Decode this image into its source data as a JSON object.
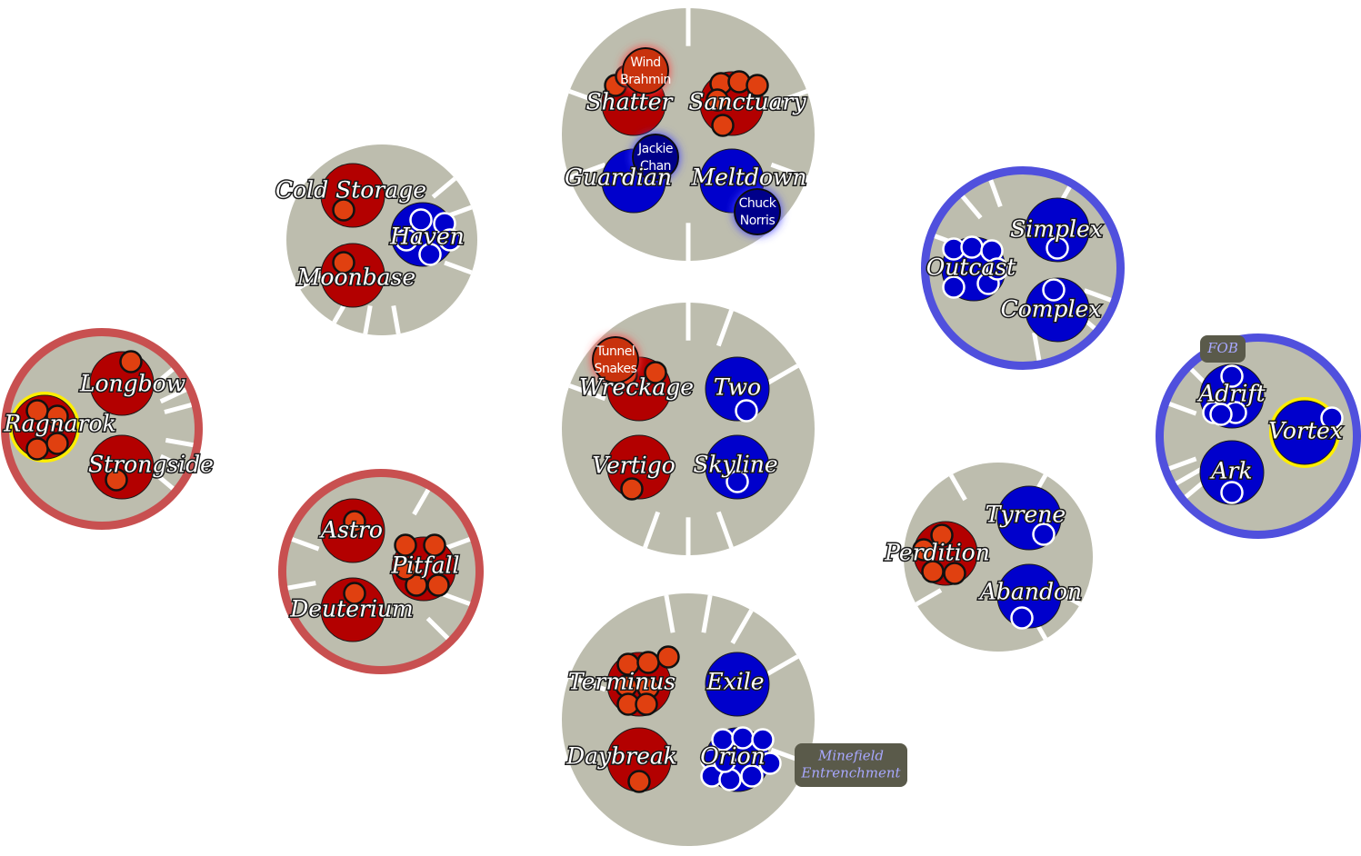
{
  "colors": {
    "red_territory": "#b30000",
    "blue_territory": "#0000cc",
    "red_unit": "#e04010",
    "blue_unit": "#0000cc",
    "sector": "#bdbdae",
    "red_border": "#c85050",
    "blue_border": "#5050dd",
    "capital_ring": "#ffee00",
    "tag_bg": "#5a5a4a",
    "tag_text": "#a8a8ff"
  },
  "sectors": [
    {
      "id": "s1",
      "owner": "none",
      "territories": [
        {
          "name": "Shatter",
          "owner": "red",
          "units": 3
        },
        {
          "name": "Sanctuary",
          "owner": "red",
          "units": 5
        },
        {
          "name": "Guardian",
          "owner": "blue",
          "units": 0
        },
        {
          "name": "Meltdown",
          "owner": "blue",
          "units": 0
        }
      ]
    },
    {
      "id": "s2",
      "owner": "none",
      "territories": [
        {
          "name": "Cold Storage",
          "owner": "red",
          "units": 1
        },
        {
          "name": "Haven",
          "owner": "blue",
          "units": 5
        },
        {
          "name": "Moonbase",
          "owner": "red",
          "units": 1
        }
      ]
    },
    {
      "id": "s3",
      "owner": "blue",
      "territories": [
        {
          "name": "Simplex",
          "owner": "blue",
          "units": 1
        },
        {
          "name": "Outcast",
          "owner": "blue",
          "units": 6
        },
        {
          "name": "Complex",
          "owner": "blue",
          "units": 1
        }
      ]
    },
    {
      "id": "s4",
      "owner": "red",
      "territories": [
        {
          "name": "Longbow",
          "owner": "red",
          "units": 1
        },
        {
          "name": "Ragnarok",
          "owner": "red",
          "units": 4,
          "capital": true
        },
        {
          "name": "Strongside",
          "owner": "red",
          "units": 1
        }
      ]
    },
    {
      "id": "s5",
      "owner": "none",
      "territories": [
        {
          "name": "Wreckage",
          "owner": "red",
          "units": 2
        },
        {
          "name": "Two",
          "owner": "blue",
          "units": 1
        },
        {
          "name": "Vertigo",
          "owner": "red",
          "units": 1
        },
        {
          "name": "Skyline",
          "owner": "blue",
          "units": 1
        }
      ]
    },
    {
      "id": "s6",
      "owner": "blue",
      "territories": [
        {
          "name": "Adrift",
          "owner": "blue",
          "units": 4
        },
        {
          "name": "Vortex",
          "owner": "blue",
          "units": 1,
          "capital": true
        },
        {
          "name": "Ark",
          "owner": "blue",
          "units": 1
        }
      ]
    },
    {
      "id": "s7",
      "owner": "red",
      "territories": [
        {
          "name": "Astro",
          "owner": "red",
          "units": 1
        },
        {
          "name": "Pitfall",
          "owner": "red",
          "units": 5
        },
        {
          "name": "Deuterium",
          "owner": "red",
          "units": 1
        }
      ]
    },
    {
      "id": "s8",
      "owner": "none",
      "territories": [
        {
          "name": "Tyrene",
          "owner": "blue",
          "units": 1
        },
        {
          "name": "Perdition",
          "owner": "red",
          "units": 4
        },
        {
          "name": "Abandon",
          "owner": "blue",
          "units": 1
        }
      ]
    },
    {
      "id": "s9",
      "owner": "none",
      "territories": [
        {
          "name": "Terminus",
          "owner": "red",
          "units": 7
        },
        {
          "name": "Exile",
          "owner": "blue",
          "units": 0
        },
        {
          "name": "Daybreak",
          "owner": "red",
          "units": 1
        },
        {
          "name": "Orion",
          "owner": "blue",
          "units": 9
        }
      ]
    }
  ],
  "heroes": [
    {
      "name_lines": [
        "Wind",
        "Brahmin"
      ],
      "team": "red",
      "at": "Shatter"
    },
    {
      "name_lines": [
        "Jackie",
        "Chan"
      ],
      "team": "blue",
      "at": "Guardian"
    },
    {
      "name_lines": [
        "Chuck",
        "Norris"
      ],
      "team": "blue",
      "at": "Meltdown"
    },
    {
      "name_lines": [
        "Tunnel",
        "Snakes"
      ],
      "team": "red",
      "at": "Wreckage"
    }
  ],
  "tags": [
    {
      "lines": [
        "FOB"
      ],
      "at": "Adrift"
    },
    {
      "lines": [
        "Minefield",
        "Entrenchment"
      ],
      "at": "Orion"
    }
  ]
}
